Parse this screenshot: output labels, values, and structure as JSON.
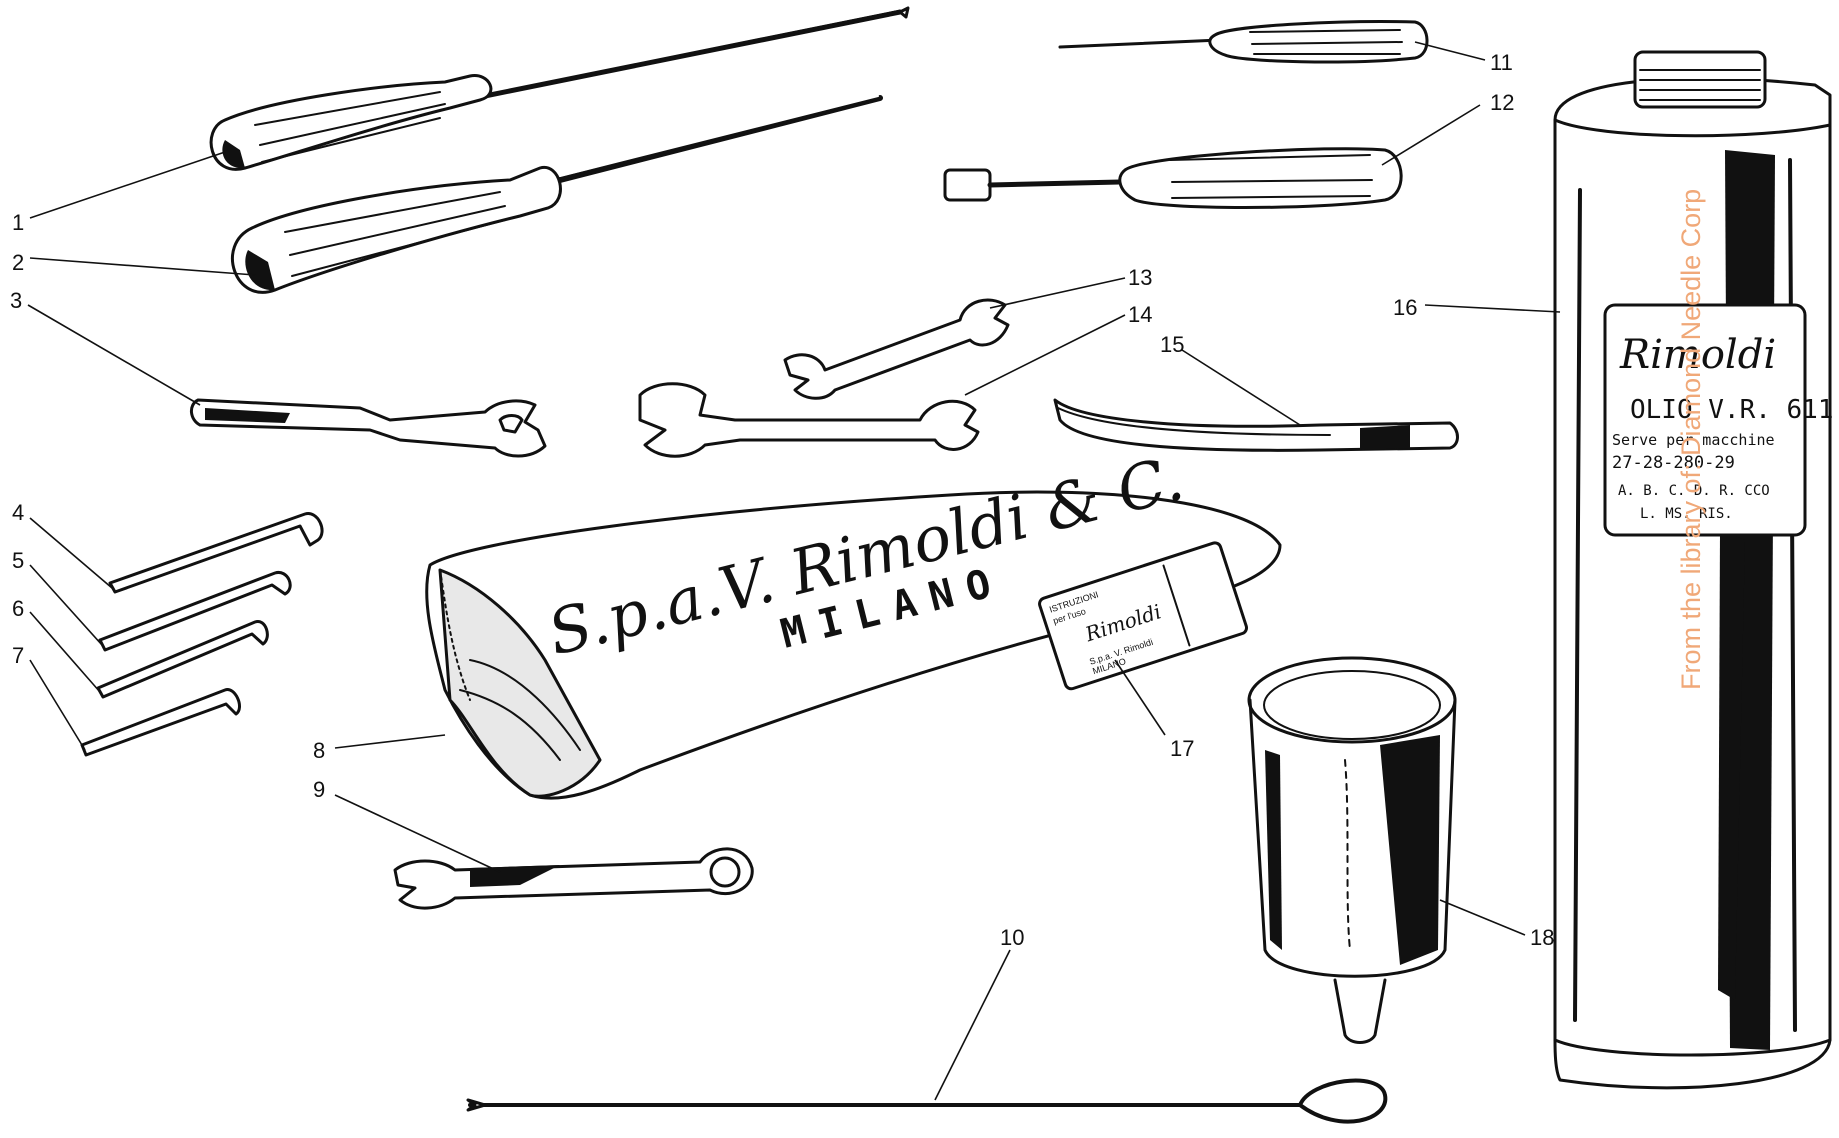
{
  "callouts": [
    "1",
    "2",
    "3",
    "4",
    "5",
    "6",
    "7",
    "8",
    "9",
    "10",
    "11",
    "12",
    "13",
    "14",
    "15",
    "16",
    "17",
    "18"
  ],
  "bag": {
    "line1": "S.p.a.V. Rimoldi & C.",
    "line2": "MILANO"
  },
  "oil_can": {
    "brand": "Rimoldi",
    "product": "OLIO V.R. 611",
    "line1": "Serve per macchine",
    "line2": "27-28-280-29",
    "line3": "A. B. C. D. R. CCO",
    "line4": "L. MS. RIS."
  },
  "card": {
    "brand": "Rimoldi"
  },
  "watermark": "From the library of: Diamond Needle Corp",
  "colors": {
    "ink": "#111111",
    "paper": "#ffffff",
    "watermark": "#f0a878"
  }
}
